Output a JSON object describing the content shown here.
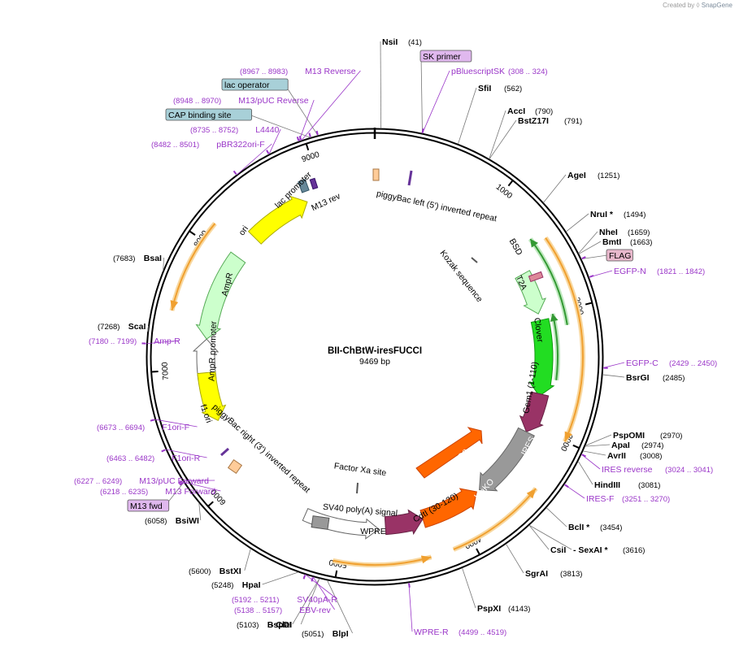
{
  "header": {
    "created_by": "Created by",
    "brand": "SnapGene",
    "logo_icon": "snapgene-logo-icon"
  },
  "plasmid": {
    "name": "BII-ChBtW-iresFUCCI",
    "size": "9469 bp",
    "length": 9469
  },
  "colors": {
    "backbone": "#000000",
    "primer": "#9a36c8",
    "enzyme": "#000000",
    "orange_arrow": "#f0a030",
    "yellow": "#ffff00",
    "pale_green": "#ccffcc",
    "green": "#22dd22",
    "maroon": "#993366",
    "gray": "#999999",
    "orange": "#ff6600",
    "tan": "#ffcc99",
    "label_box_blue": "#a8d0d8",
    "label_box_pink": "#e8b8cc",
    "label_box_purple": "#e0b8ee"
  },
  "ticks": [
    {
      "pos": 1000,
      "label": "1000"
    },
    {
      "pos": 2000,
      "label": "2000"
    },
    {
      "pos": 3000,
      "label": "3000"
    },
    {
      "pos": 4000,
      "label": "4000"
    },
    {
      "pos": 5000,
      "label": "5000"
    },
    {
      "pos": 6000,
      "label": "6000"
    },
    {
      "pos": 7000,
      "label": "7000"
    },
    {
      "pos": 8000,
      "label": "8000"
    },
    {
      "pos": 9000,
      "label": "9000"
    }
  ],
  "site_labels": [
    {
      "name": "NsiI",
      "pos_text": "(41)",
      "kind": "enzyme",
      "pos": 41
    },
    {
      "name": "SK primer",
      "pos_text": "",
      "kind": "boxed-purple",
      "pos": 316
    },
    {
      "name": "pBluescriptSK",
      "pos_text": "(308 .. 324)",
      "kind": "primer",
      "pos": 316
    },
    {
      "name": "SfiI",
      "pos_text": "(562)",
      "kind": "enzyme",
      "pos": 562
    },
    {
      "name": "AccI",
      "pos_text": "(790)",
      "kind": "enzyme",
      "pos": 790
    },
    {
      "name": "BstZ17I",
      "pos_text": "(791)",
      "kind": "enzyme",
      "pos": 791
    },
    {
      "name": "AgeI",
      "pos_text": "(1251)",
      "kind": "enzyme",
      "pos": 1251
    },
    {
      "name": "NruI *",
      "pos_text": "(1494)",
      "kind": "enzyme",
      "pos": 1494
    },
    {
      "name": "NheI",
      "pos_text": "(1659)",
      "kind": "enzyme",
      "pos": 1659
    },
    {
      "name": "BmtI",
      "pos_text": "(1663)",
      "kind": "enzyme",
      "pos": 1663
    },
    {
      "name": "FLAG",
      "pos_text": "",
      "kind": "boxed-pink",
      "pos": 1700
    },
    {
      "name": "EGFP-N",
      "pos_text": "(1821 .. 1842)",
      "kind": "primer",
      "pos": 1831
    },
    {
      "name": "EGFP-C",
      "pos_text": "(2429 .. 2450)",
      "kind": "primer",
      "pos": 2440
    },
    {
      "name": "BsrGI",
      "pos_text": "(2485)",
      "kind": "enzyme",
      "pos": 2485
    },
    {
      "name": "PspOMI",
      "pos_text": "(2970)",
      "kind": "enzyme",
      "pos": 2970
    },
    {
      "name": "ApaI",
      "pos_text": "(2974)",
      "kind": "enzyme",
      "pos": 2974
    },
    {
      "name": "AvrII",
      "pos_text": "(3008)",
      "kind": "enzyme",
      "pos": 3008
    },
    {
      "name": "IRES reverse",
      "pos_text": "(3024 .. 3041)",
      "kind": "primer",
      "pos": 3032
    },
    {
      "name": "HindIII",
      "pos_text": "(3081)",
      "kind": "enzyme",
      "pos": 3081
    },
    {
      "name": "IRES-F",
      "pos_text": "(3251 .. 3270)",
      "kind": "primer",
      "pos": 3260
    },
    {
      "name": "BclI *",
      "pos_text": "(3454)",
      "kind": "enzyme",
      "pos": 3454
    },
    {
      "name": "CsiI",
      "pos_text": "",
      "kind": "enzyme",
      "pos": 3616
    },
    {
      "name": "- SexAI *",
      "pos_text": "(3616)",
      "kind": "enzyme",
      "pos": 3616
    },
    {
      "name": "SgrAI",
      "pos_text": "(3813)",
      "kind": "enzyme",
      "pos": 3813
    },
    {
      "name": "PspXI",
      "pos_text": "(4143)",
      "kind": "enzyme",
      "pos": 4143
    },
    {
      "name": "WPRE-R",
      "pos_text": "(4499 .. 4519)",
      "kind": "primer",
      "pos": 4509
    },
    {
      "name": "BlpI",
      "pos_text": "(5051)",
      "kind": "enzyme",
      "pos": 5051
    },
    {
      "name": "BspDI",
      "pos_text": "(5103)",
      "kind": "enzyme",
      "pos": 5103
    },
    {
      "name": "- ClaI",
      "pos_text": "",
      "kind": "enzyme",
      "pos": 5103
    },
    {
      "name": "EBV-rev",
      "pos_text": "(5138 .. 5157)",
      "kind": "primer",
      "pos": 5147
    },
    {
      "name": "SV40pA-R",
      "pos_text": "(5192 .. 5211)",
      "kind": "primer",
      "pos": 5201
    },
    {
      "name": "HpaI",
      "pos_text": "(5248)",
      "kind": "enzyme",
      "pos": 5248
    },
    {
      "name": "BstXI",
      "pos_text": "(5600)",
      "kind": "enzyme",
      "pos": 5600
    },
    {
      "name": "BsiWI",
      "pos_text": "(6058)",
      "kind": "enzyme",
      "pos": 6058
    },
    {
      "name": "M13 fwd",
      "pos_text": "",
      "kind": "boxed-purple",
      "pos": 6226
    },
    {
      "name": "M13 Forward",
      "pos_text": "(6218 .. 6235)",
      "kind": "primer",
      "pos": 6226
    },
    {
      "name": "M13/pUC Forward",
      "pos_text": "(6227 .. 6249)",
      "kind": "primer",
      "pos": 6238
    },
    {
      "name": "F1ori-R",
      "pos_text": "(6463 .. 6482)",
      "kind": "primer",
      "pos": 6472
    },
    {
      "name": "F1ori-F",
      "pos_text": "(6673 .. 6694)",
      "kind": "primer",
      "pos": 6683
    },
    {
      "name": "Amp-R",
      "pos_text": "(7180 .. 7199)",
      "kind": "primer",
      "pos": 7189
    },
    {
      "name": "ScaI",
      "pos_text": "(7268)",
      "kind": "enzyme",
      "pos": 7268
    },
    {
      "name": "BsaI",
      "pos_text": "(7683)",
      "kind": "enzyme",
      "pos": 7683
    },
    {
      "name": "pBR322ori-F",
      "pos_text": "(8482 .. 8501)",
      "kind": "primer",
      "pos": 8491
    },
    {
      "name": "L4440",
      "pos_text": "(8735 .. 8752)",
      "kind": "primer",
      "pos": 8743
    },
    {
      "name": "CAP binding site",
      "pos_text": "",
      "kind": "boxed-blue",
      "pos": 9040
    },
    {
      "name": "M13/pUC Reverse",
      "pos_text": "(8948 .. 8970)",
      "kind": "primer",
      "pos": 8959
    },
    {
      "name": "lac operator",
      "pos_text": "",
      "kind": "boxed-blue",
      "pos": 9090
    },
    {
      "name": "M13 Reverse",
      "pos_text": "(8967 .. 8983)",
      "kind": "primer",
      "pos": 8975
    }
  ],
  "features": {
    "labels": [
      "piggyBac left (5') inverted repeat",
      "Kozak sequence",
      "BSD",
      "T2A",
      "Clover",
      "Gem1 (1-110)",
      "IRES",
      "mKO2",
      "hmKO",
      "CdtI (30-120)",
      "WPRE",
      "SV40 poly(A) signal",
      "Factor Xa site",
      "piggyBac right (3') inverted repeat",
      "f1 ori",
      "AmpR promoter",
      "AmpR",
      "ori",
      "lac promoter",
      "M13 rev"
    ]
  }
}
